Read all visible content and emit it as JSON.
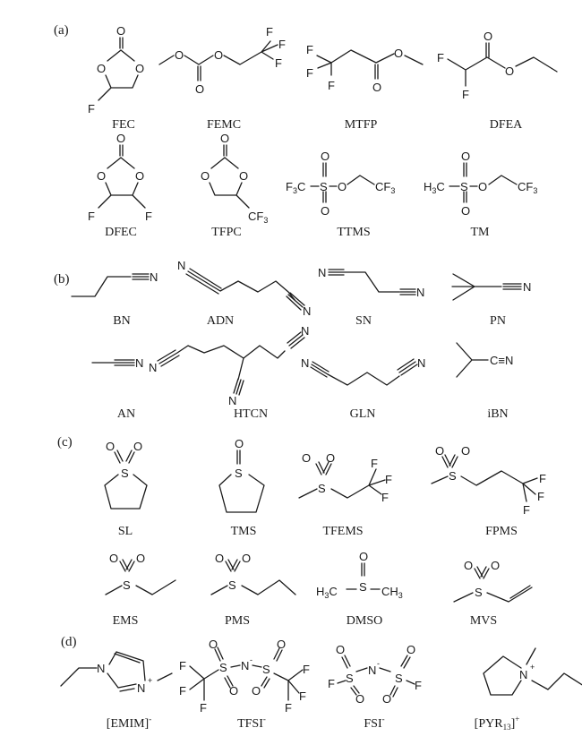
{
  "panels": [
    {
      "label": "(a)",
      "compounds": [
        {
          "name": "FEC"
        },
        {
          "name": "FEMC"
        },
        {
          "name": "MTFP"
        },
        {
          "name": "DFEA"
        },
        {
          "name": "DFEC"
        },
        {
          "name": "TFPC"
        },
        {
          "name": "TTMS"
        },
        {
          "name": "TM"
        }
      ]
    },
    {
      "label": "(b)",
      "compounds": [
        {
          "name": "BN"
        },
        {
          "name": "ADN"
        },
        {
          "name": "SN"
        },
        {
          "name": "PN"
        },
        {
          "name": "AN"
        },
        {
          "name": "HTCN"
        },
        {
          "name": "GLN"
        },
        {
          "name": "iBN"
        }
      ]
    },
    {
      "label": "(c)",
      "compounds": [
        {
          "name": "SL"
        },
        {
          "name": "TMS"
        },
        {
          "name": "TFEMS"
        },
        {
          "name": "FPMS"
        },
        {
          "name": "EMS"
        },
        {
          "name": "PMS"
        },
        {
          "name": "DMSO"
        },
        {
          "name": "MVS"
        }
      ]
    },
    {
      "label": "(d)",
      "compounds": [
        {
          "name": "[EMIM]",
          "charge": "-"
        },
        {
          "name": "TFSI",
          "charge": "-"
        },
        {
          "name": "FSI",
          "charge": "-"
        },
        {
          "name": "[PYR",
          "subscript": "13",
          "suffix": "]",
          "charge": "+"
        }
      ]
    }
  ],
  "atoms": {
    "O": "O",
    "F": "F",
    "N": "N",
    "S": "S",
    "C": "C",
    "F3C": "F",
    "CF3": "CF",
    "H3C": "H",
    "CH3": "CH",
    "three": "3",
    "C_triple_N": "C≡N",
    "N_minus": "N",
    "minus": "-",
    "plus": "+"
  }
}
